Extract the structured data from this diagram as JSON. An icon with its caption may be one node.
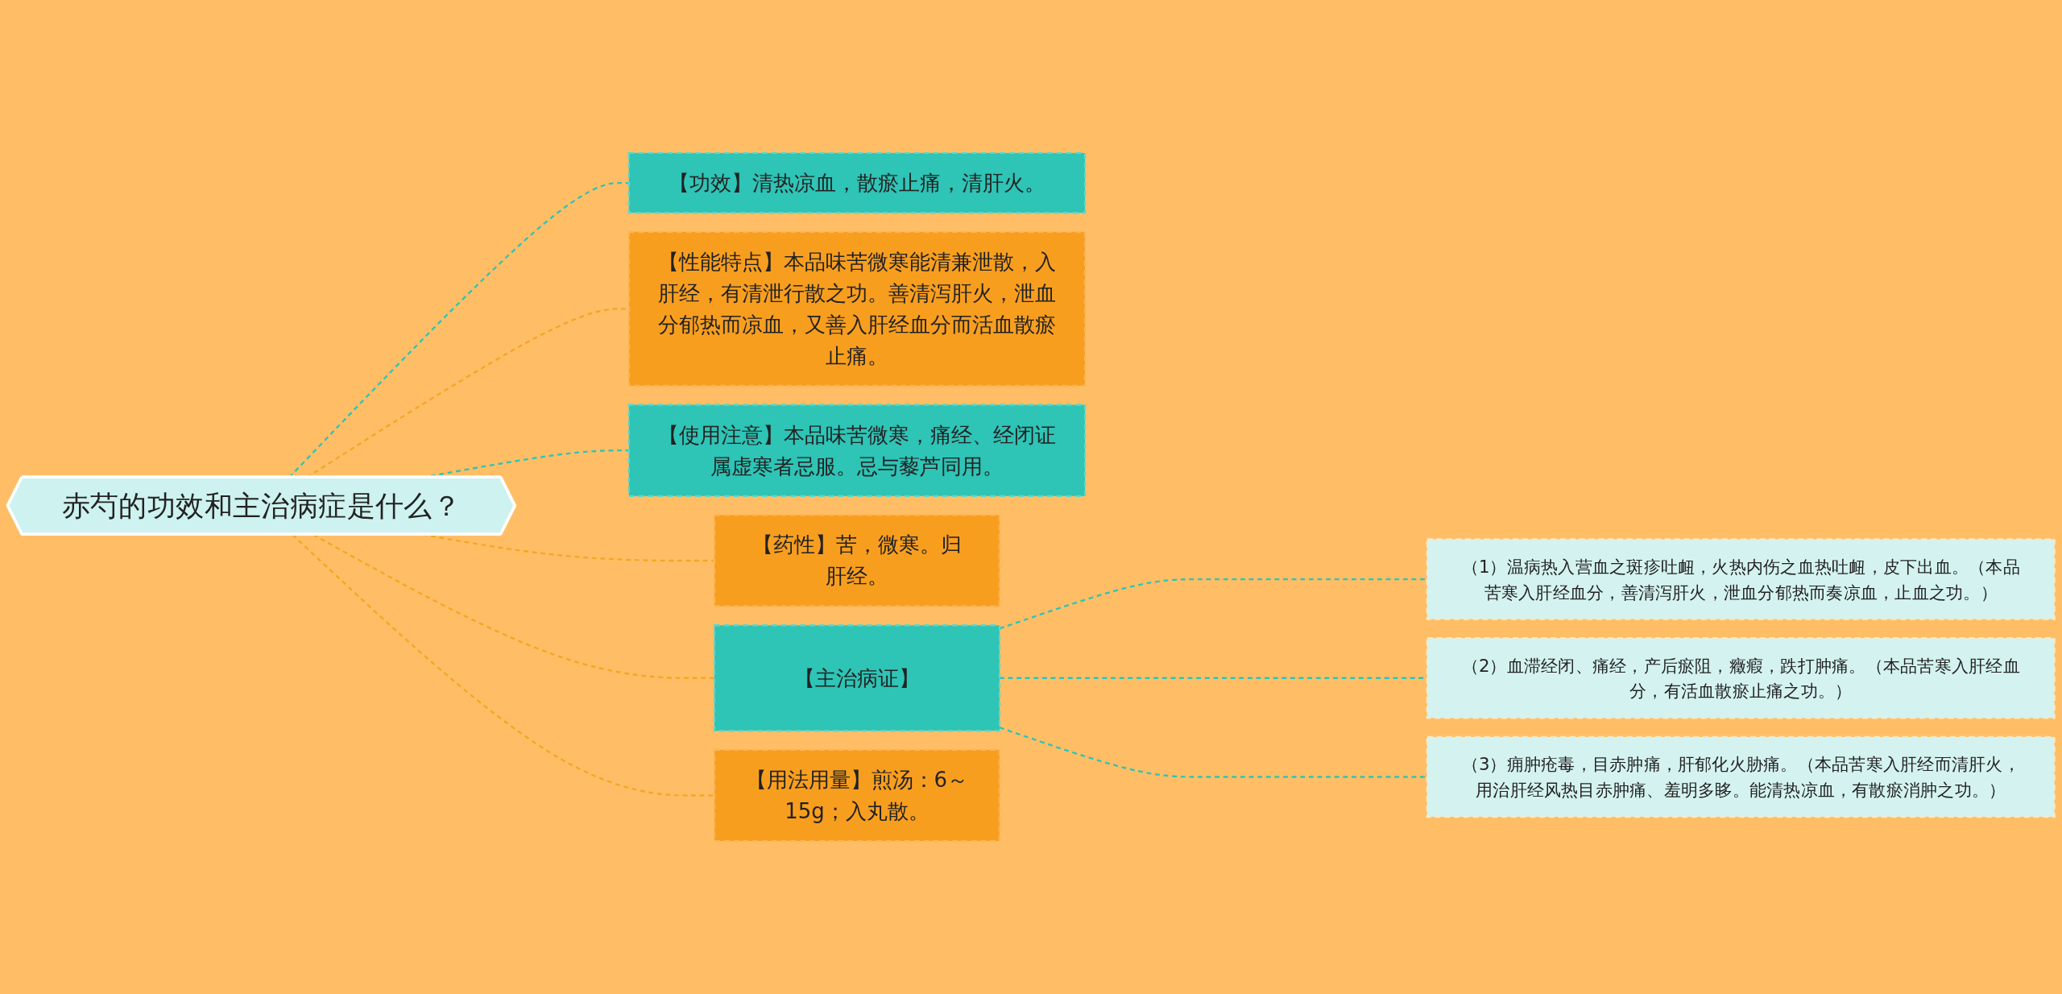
{
  "diagram": {
    "nodes": [
      {
        "text": [
          "赤芍的功效和主治病症是什么？"
        ]
      },
      {
        "text": [
          "【功效】清热凉血，散瘀止痛，清肝火。"
        ]
      },
      {
        "text": [
          "【性能特点】本品味苦微寒能清兼泄散，入肝经，有清泄行散之功。善清泻肝火，泄血分郁热而凉血，又善入肝经血分而活血散瘀止痛。"
        ]
      },
      {
        "text": [
          "【使用注意】本品味苦微寒，痛经、经闭证属虚寒者忌服。忌与藜芦同用。"
        ]
      },
      {
        "text": [
          "【药性】苦，微寒。归肝经。"
        ]
      },
      {
        "text": [
          "【主治病证】"
        ]
      },
      {
        "text": [
          "（1）温病热入营血之斑疹吐衄，火热内伤之血热吐衄，皮下出血。（本品苦寒入肝经血分，善清泻肝火，泄血分郁热而奏凉血，止血之功。）"
        ]
      },
      {
        "text": [
          "（2）血滞经闭、痛经，产后瘀阻，癥瘕，跌打肿痛。（本品苦寒入肝经血分，有活血散瘀止痛之功。）"
        ]
      },
      {
        "text": [
          "（3）痈肿疮毒，目赤肿痛，肝郁化火胁痛。（本品苦寒入肝经而清肝火，用治肝经风热目赤肿痛、羞明多眵。能清热凉血，有散瘀消肿之功。）"
        ]
      },
      {
        "text": [
          "【用法用量】煎汤：6～15g；入丸散。"
        ]
      }
    ],
    "edges": [
      {
        "from": 0,
        "to": 1,
        "arrow": "none",
        "style": "dashed"
      },
      {
        "from": 0,
        "to": 2,
        "arrow": "none",
        "style": "dashed",
        "color": "#f5a623"
      },
      {
        "from": 0,
        "to": 3,
        "arrow": "none",
        "style": "dashed"
      },
      {
        "from": 0,
        "to": 4,
        "arrow": "none",
        "style": "dashed",
        "color": "#f5a623"
      },
      {
        "from": 0,
        "to": 5,
        "arrow": "none",
        "style": "dashed",
        "color": "#f5a623"
      },
      {
        "from": 5,
        "to": 6,
        "arrow": "none",
        "style": "dashed"
      },
      {
        "from": 5,
        "to": 7,
        "arrow": "none",
        "style": "dashed"
      },
      {
        "from": 5,
        "to": 8,
        "arrow": "none",
        "style": "dashed"
      },
      {
        "from": 0,
        "to": 9,
        "arrow": "none",
        "style": "dashed",
        "color": "#f5a623"
      }
    ]
  }
}
